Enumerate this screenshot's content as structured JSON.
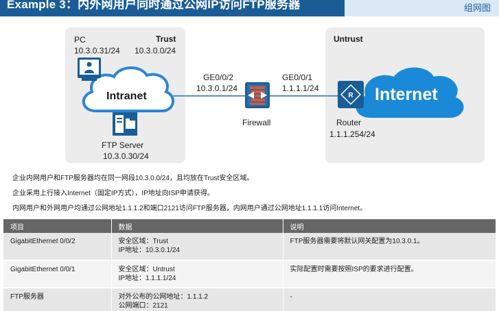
{
  "header": {
    "title": "Example 3：内外网用户同时通过公网IP访问FTP服务器",
    "tag": "组网图"
  },
  "diagram": {
    "trust_zone_label": "Trust",
    "trust_zone_subnet": "10.3.0.0/24",
    "untrust_zone_label": "Untrust",
    "pc_label": "PC",
    "pc_ip": "10.3.0.31/24",
    "intranet_label": "Intranet",
    "ftp_server_label": "FTP Server",
    "ftp_server_ip": "10.3.0.30/24",
    "ge002_label": "GE0/0/2",
    "ge002_ip": "10.3.0.1/24",
    "ge001_label": "GE0/0/1",
    "ge001_ip": "1.1.1.1/24",
    "firewall_label": "Firewall",
    "router_label": "Router",
    "router_ip": "1.1.1.254/24",
    "internet_label": "Internet",
    "icons": [
      "pc-icon",
      "server-icon",
      "firewall-icon",
      "router-icon",
      "cloud-icon"
    ],
    "colors": {
      "zone": "#ececec",
      "accent": "#1a5d96",
      "link": "#1f6fb5"
    }
  },
  "notes": [
    "企业内网用户和FTP服务器均在同一网段10.3.0.0/24，且均放在Trust安全区域。",
    "企业采用上行接入Internet（固定IP方式），IP地址向ISP申请获得。",
    "内网用户和外网用户均通过公网地址1.1.1.2和端口2121访问FTP服务器，内网用户通过公网地址1.1.1.1访问Internet。"
  ],
  "table": {
    "headers": [
      "项目",
      "数据",
      "说明"
    ],
    "rows": [
      {
        "item": "GigabitEthernet 0/0/2",
        "data": [
          "安全区域：Trust",
          "IP地址：10.3.0.1/24"
        ],
        "note": "FTP服务器需要将默认网关配置为10.3.0.1。"
      },
      {
        "item": "GigabitEthernet 0/0/1",
        "data": [
          "安全区域：Untrust",
          "IP地址：1.1.1.1/24"
        ],
        "note": "实际配置时需要按照ISP的要求进行配置。"
      },
      {
        "item": "FTP服务器",
        "data": [
          "对外公布的公网地址：1.1.1.2",
          "公网端口：2121"
        ],
        "note": "-"
      }
    ]
  }
}
